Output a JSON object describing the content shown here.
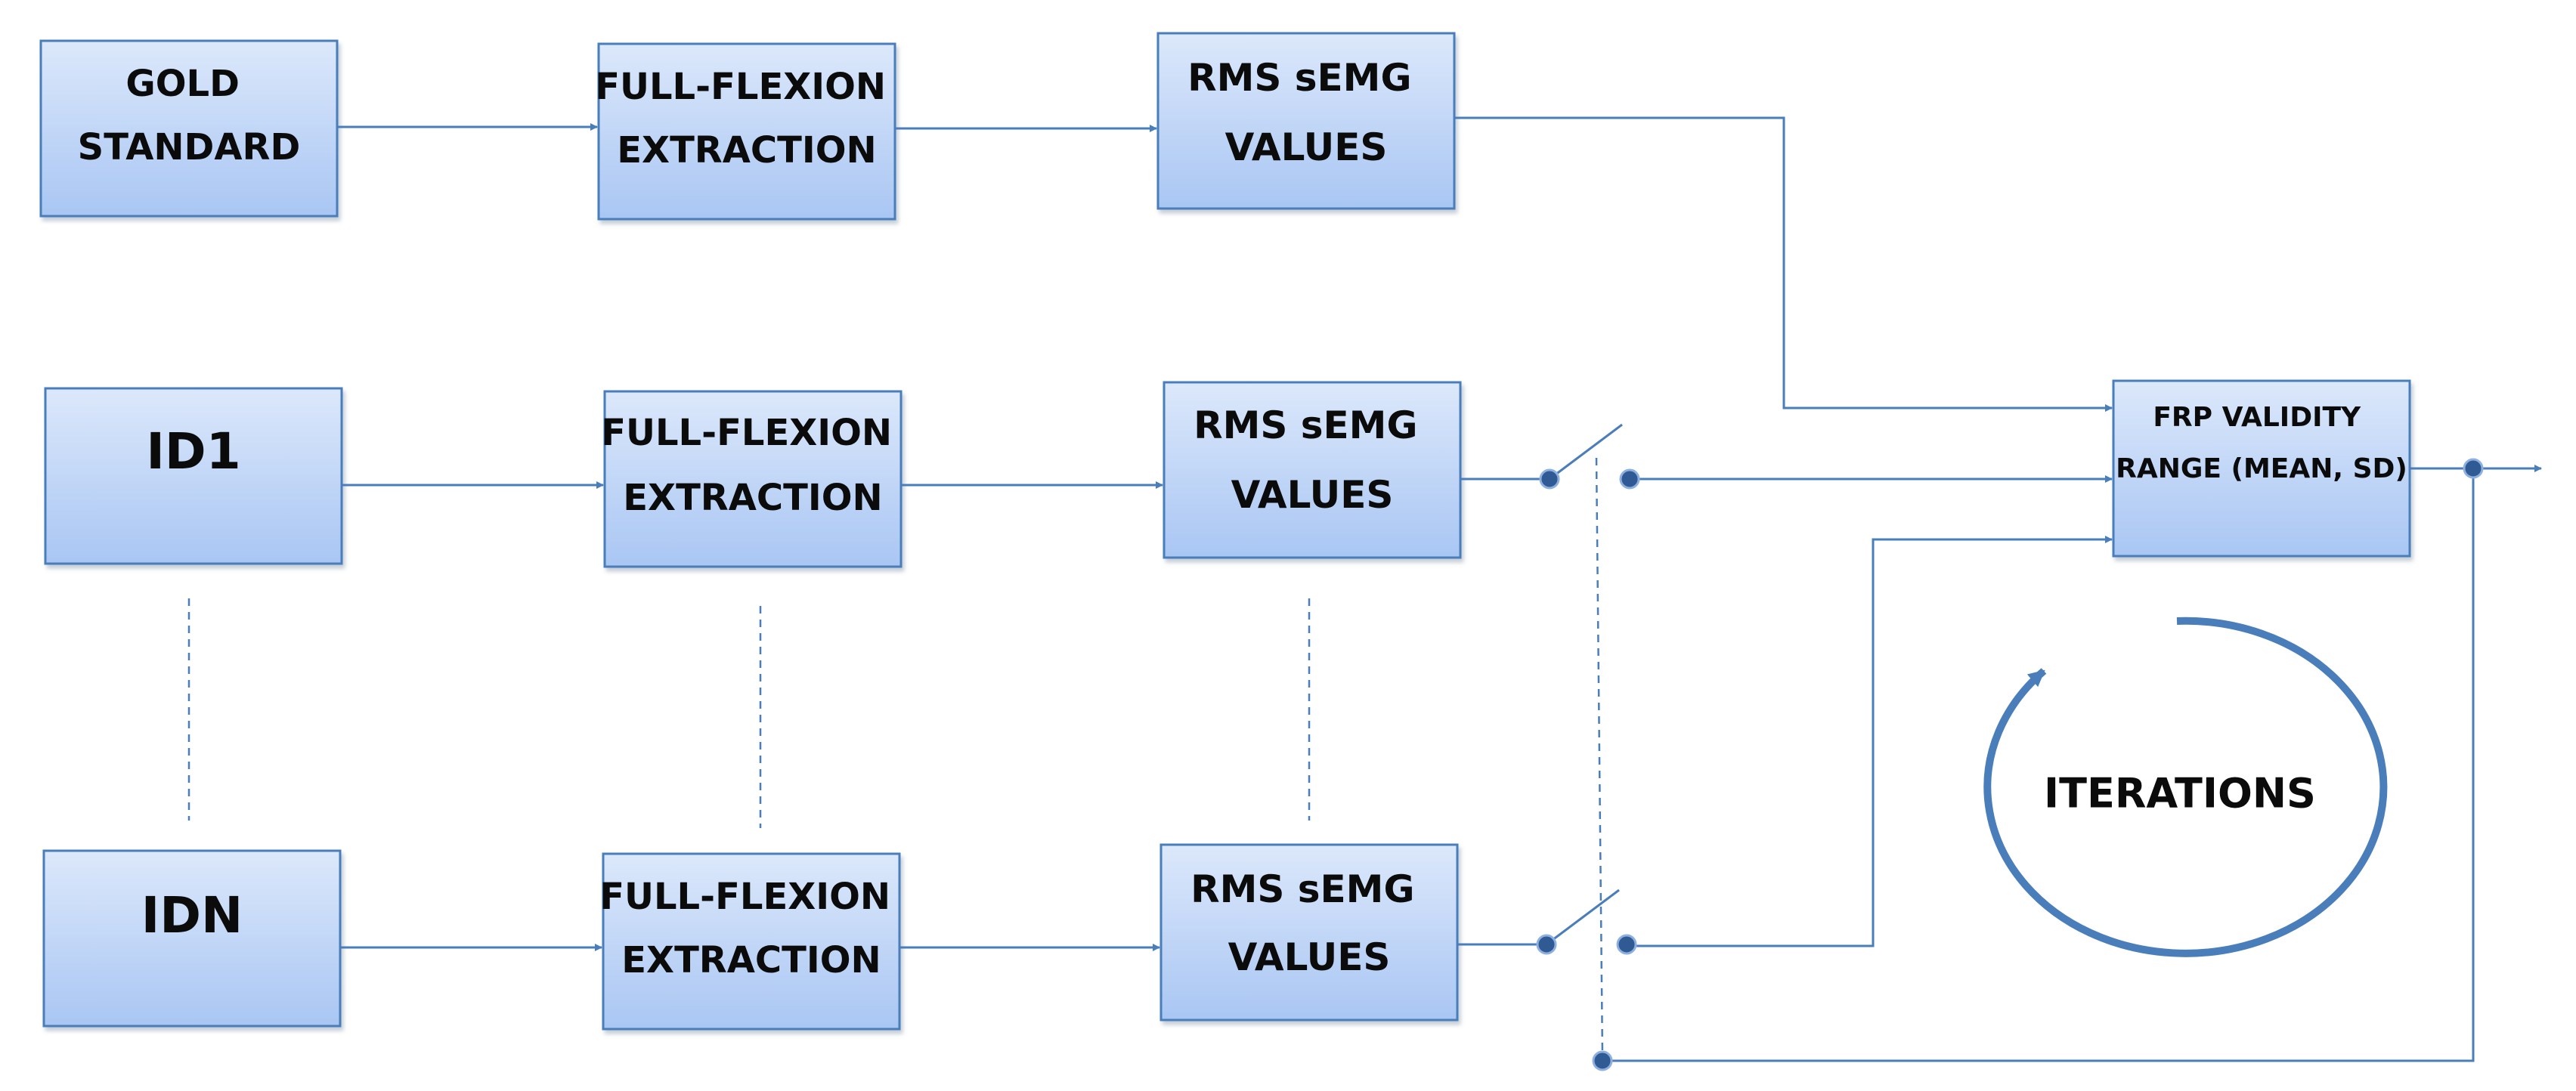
{
  "diagram": {
    "rows": {
      "gold": {
        "source": [
          "GOLD",
          "STANDARD"
        ],
        "extraction": [
          "FULL-FLEXION",
          "EXTRACTION"
        ],
        "values": [
          "RMS sEMG",
          "VALUES"
        ]
      },
      "id1": {
        "source": [
          "ID1"
        ],
        "extraction": [
          "FULL-FLEXION",
          "EXTRACTION"
        ],
        "values": [
          "RMS sEMG",
          "VALUES"
        ]
      },
      "idn": {
        "source": [
          "IDN"
        ],
        "extraction": [
          "FULL-FLEXION",
          "EXTRACTION"
        ],
        "values": [
          "RMS sEMG",
          "VALUES"
        ]
      }
    },
    "frp_box": [
      "FRP VALIDITY",
      "RANGE (MEAN, SD)"
    ],
    "iterations_label": "ITERATIONS"
  },
  "colors": {
    "box_fill_top": "#dce8fb",
    "box_fill_bottom": "#a9c6f3",
    "box_stroke": "#4a7ebb",
    "line": "#4a7ebb",
    "node": "#2f5a94",
    "loop": "#4a7ebb",
    "text": "#0b0b0b"
  }
}
